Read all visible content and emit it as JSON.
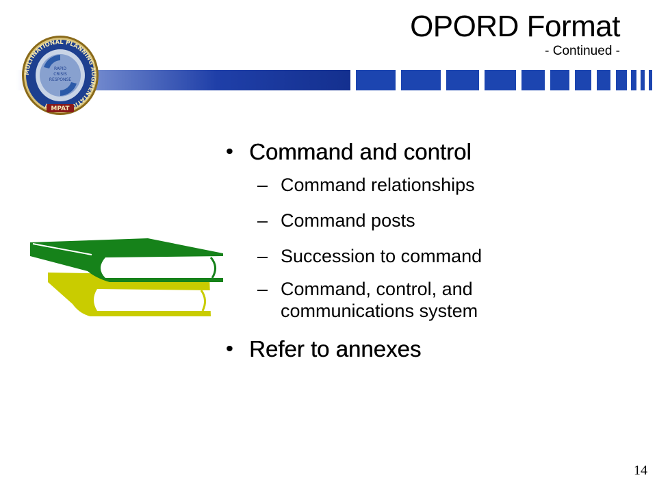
{
  "header": {
    "title": "OPORD Format",
    "subtitle": "- Continued -",
    "logo_text_ring": "MULTINATIONAL PLANNING AUGMENTATION TEAM",
    "logo_center": [
      "RAPID",
      "CRISIS",
      "RESPONSE"
    ],
    "logo_banner": "MPAT",
    "bar_color": "#1c45b0"
  },
  "illustration": {
    "icon": "books-icon",
    "colors": {
      "top_book": "#16821a",
      "bottom_book": "#c9cc00"
    }
  },
  "content": {
    "bullet_1": {
      "text": "Command and control",
      "items": [
        "Command relationships",
        "Command posts",
        "Succession to command",
        "Command, control, and communications system"
      ]
    },
    "bullet_2": {
      "text": "Refer to annexes"
    }
  },
  "footer": {
    "page_number": "14"
  }
}
